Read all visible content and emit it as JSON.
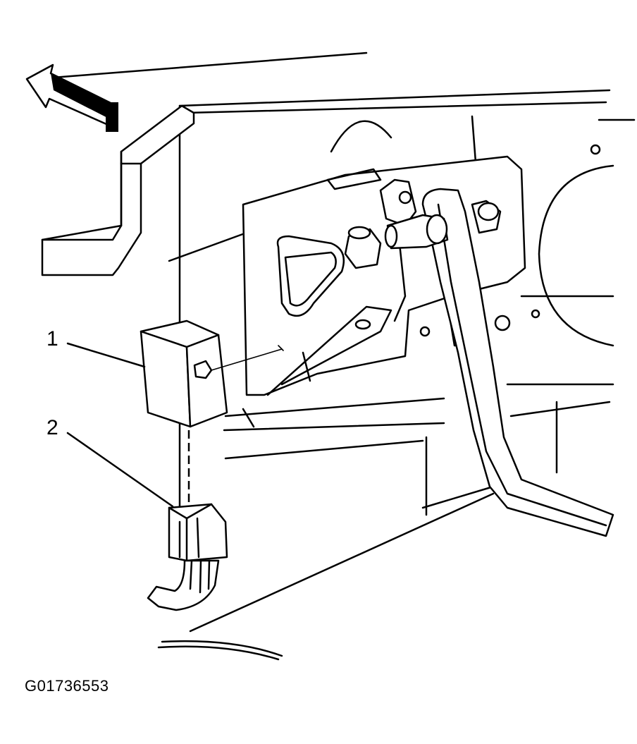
{
  "figure": {
    "callouts": [
      {
        "number": "1",
        "part": "component-module"
      },
      {
        "number": "2",
        "part": "wiring-connector"
      }
    ],
    "figure_id": "G01736553",
    "direction_arrow": "forward-arrow-icon"
  }
}
